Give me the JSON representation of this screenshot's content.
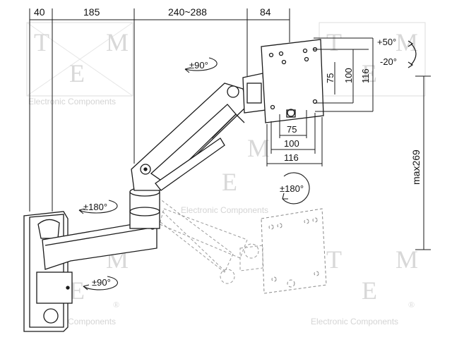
{
  "dimensions_top": {
    "wall_offset": "40",
    "arm_1": "185",
    "arm_2": "240~288",
    "head": "84"
  },
  "vesa_plate": {
    "horizontal": [
      "75",
      "100",
      "116"
    ],
    "vertical": [
      "75",
      "100",
      "116"
    ]
  },
  "tilt": {
    "up": "+50°",
    "down": "-20°"
  },
  "rotations": {
    "arm_joint": "±90°",
    "monitor_rotation": "±180°",
    "elbow": "±180°",
    "wall_pivot": "±90°"
  },
  "height": "max269",
  "watermark": {
    "letters": [
      "T",
      "M",
      "E"
    ],
    "subtitle": "Electronic Components",
    "registered": "®"
  },
  "colors": {
    "line": "#1a1a1a",
    "ghost": "#9a9a9a",
    "watermark": "#d8d8d8"
  }
}
